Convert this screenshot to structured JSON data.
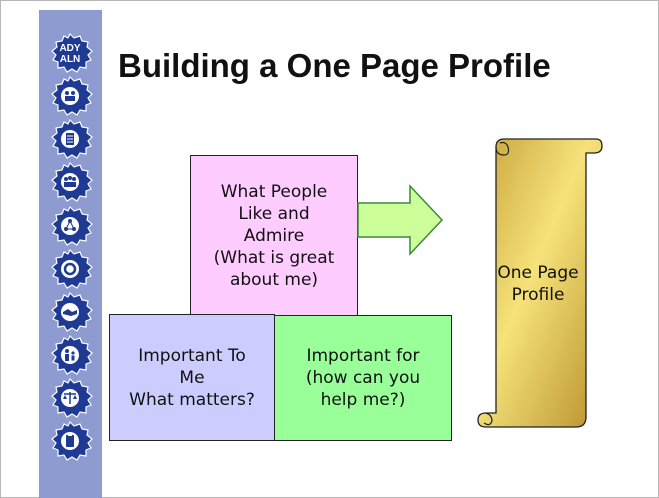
{
  "sidebar": {
    "logo_line1": "ADY",
    "logo_line2": "ALN",
    "icons": [
      "people-group-icon",
      "document-icon",
      "team-icon",
      "network-icon",
      "hands-circle-icon",
      "handshake-icon",
      "family-icon",
      "scales-icon",
      "clipboard-icon"
    ]
  },
  "title": "Building a One Page Profile",
  "boxes": {
    "admire": "What People\nLike and\nAdmire\n(What is great\nabout me)",
    "important_to_me": "Important To\nMe\nWhat matters?",
    "important_for": "Important for\n(how can you\nhelp me?)"
  },
  "scroll_label": "One Page\nProfile",
  "colors": {
    "rail": "#8e9bd0",
    "gear": "#1f3a93",
    "admire": "#ffccff",
    "important_to_me": "#ccccff",
    "important_for": "#99ff99",
    "arrow": "#ccff99",
    "scroll": "#d8b64a"
  }
}
